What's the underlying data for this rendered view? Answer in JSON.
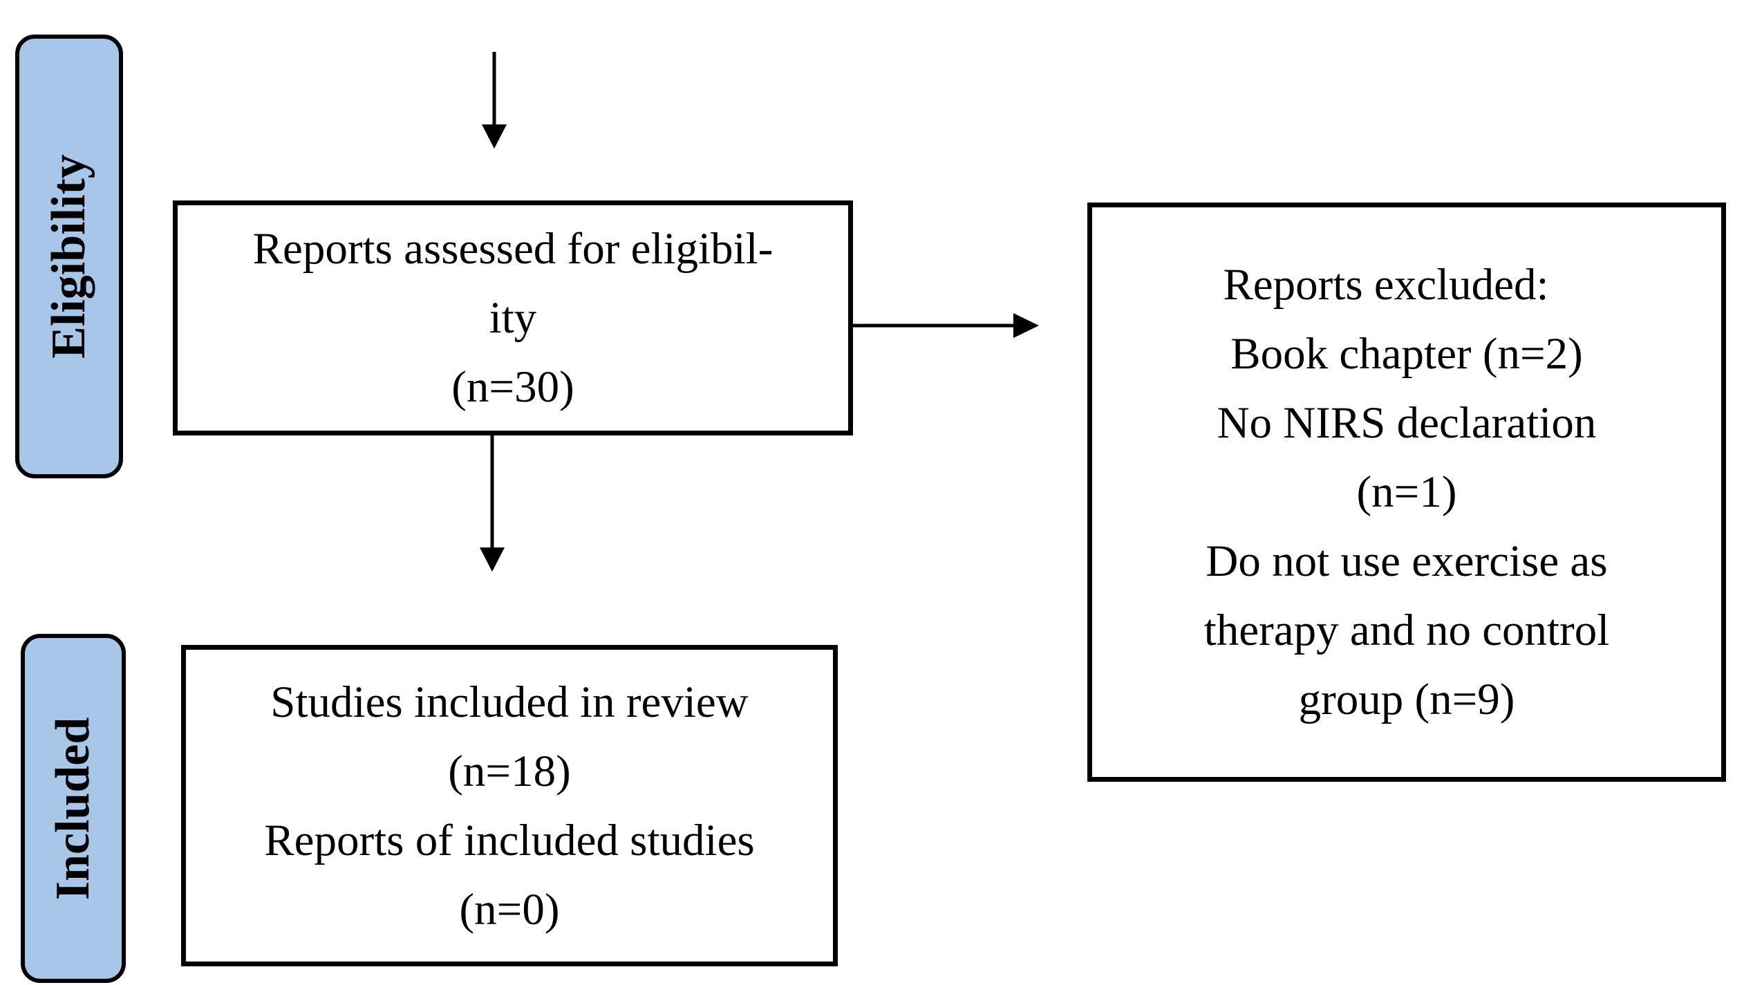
{
  "stages": {
    "eligibility": "Eligibility",
    "included": "Included"
  },
  "boxes": {
    "assessed": {
      "lines": [
        "Reports assessed for eligibil-",
        "ity",
        "(n=30)"
      ]
    },
    "excluded": {
      "lines": [
        "Reports excluded:",
        "Book chapter (n=2)",
        "No NIRS declaration",
        "(n=1)",
        "Do not use exercise as",
        "therapy and no control",
        "group (n=9)"
      ]
    },
    "included": {
      "lines": [
        "Studies included in review",
        "(n=18)",
        "Reports of included studies",
        "(n=0)"
      ]
    }
  }
}
